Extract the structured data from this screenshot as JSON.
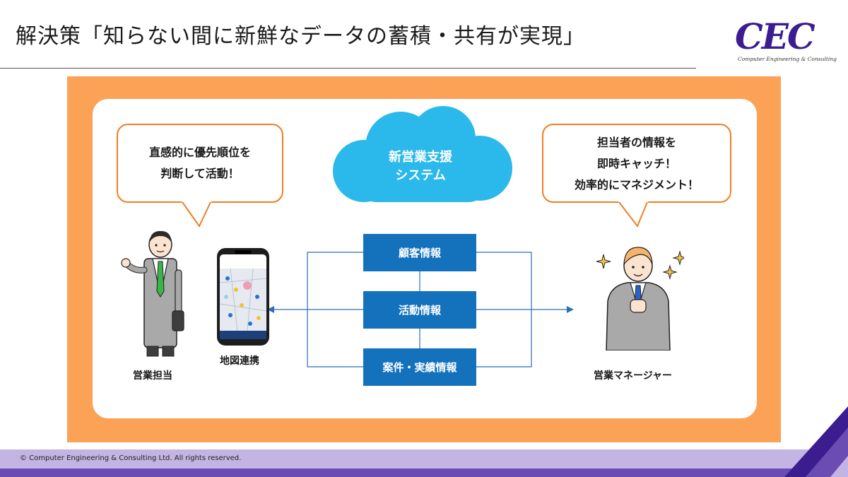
{
  "slide": {
    "title": "解決策「知らない間に新鮮なデータの蓄積・共有が実現」",
    "logo": {
      "text": "CEC",
      "subtitle": "Computer Engineering & Consulting"
    },
    "footer": "© Computer Engineering & Consulting Ltd. All rights reserved."
  },
  "diagram": {
    "cloud_label": [
      "新営業支援",
      "システム"
    ],
    "left_bubble": [
      "直感的に優先順位を",
      "判断して活動！"
    ],
    "right_bubble": [
      "担当者の情報を",
      "即時キャッチ！",
      "効率的にマネジメント！"
    ],
    "info_boxes": [
      "顧客情報",
      "活動情報",
      "案件・実績情報"
    ],
    "phone_label": "地図連携",
    "sales_rep_label": "営業担当",
    "manager_label": "営業マネージャー"
  },
  "colors": {
    "panel_orange": "#fba257",
    "bubble_border": "#f07f22",
    "cloud_blue": "#2bb8ea",
    "box_blue": "#1472bd",
    "connector_blue": "#2a6fb5",
    "footer_lavender": "#c4b4e3",
    "footer_purple": "#6b4cb3",
    "logo_purple": "#3b1d8f"
  }
}
